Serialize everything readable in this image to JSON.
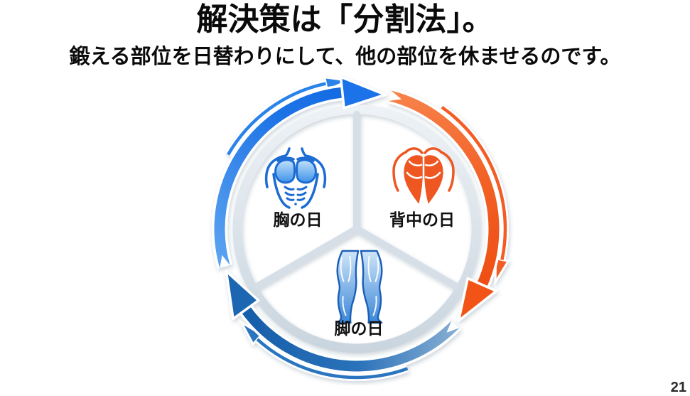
{
  "slide": {
    "title": "解決策は「分割法」。",
    "subtitle": "鍛える部位を日替わりにして、他の部位を休ませるのです。",
    "page_number": "21",
    "background_color": "#ffffff",
    "text_color": "#0a0a0a"
  },
  "cycle_diagram": {
    "type": "cycle",
    "direction": "clockwise",
    "ring_color": "#d9e2ea",
    "divider_color": "#d6dfe7",
    "segments": [
      {
        "position": "top-left",
        "label": "胸の日",
        "icon": "chest-muscles-icon",
        "icon_color": "#1c6cd3",
        "arrow_color": "#1a70e4"
      },
      {
        "position": "top-right",
        "label": "背中の日",
        "icon": "back-muscles-icon",
        "icon_color": "#ee5722",
        "arrow_color": "#ee4a10"
      },
      {
        "position": "bottom",
        "label": "脚の日",
        "icon": "leg-muscles-icon",
        "icon_color": "#2a72ba",
        "arrow_color": "#155ca8"
      }
    ]
  }
}
